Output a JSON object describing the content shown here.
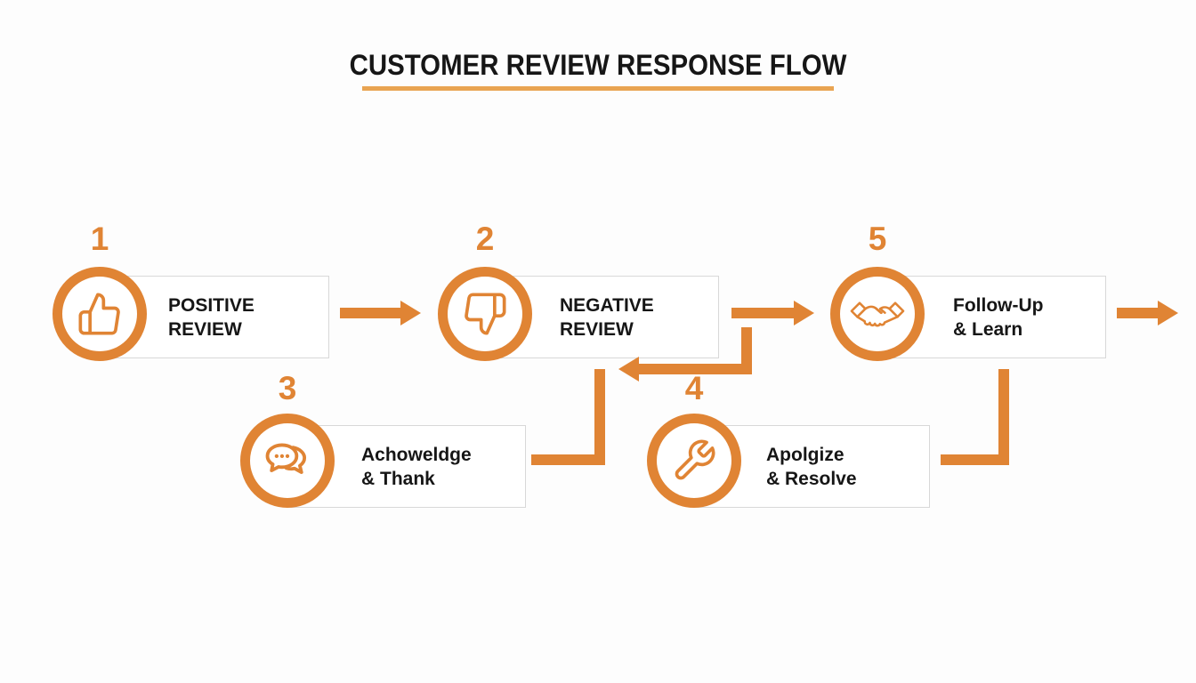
{
  "title": "CUSTOMER REVIEW RESPONSE FLOW",
  "colors": {
    "accent_orange": "#E08434",
    "underline_orange": "#E9A452",
    "box_border": "#D8D8D8",
    "text_dark": "#161616"
  },
  "steps": [
    {
      "number": "1",
      "icon": "thumbs-up-icon",
      "line1": "POSITIVE",
      "line2": "REVIEW"
    },
    {
      "number": "2",
      "icon": "thumbs-down-icon",
      "line1": "NEGATIVE",
      "line2": "REVIEW"
    },
    {
      "number": "3",
      "icon": "chat-bubbles-icon",
      "line1": "Achoweldge",
      "line2": "& Thank"
    },
    {
      "number": "4",
      "icon": "wrench-icon",
      "line1": "Apolgize",
      "line2": "& Resolve"
    },
    {
      "number": "5",
      "icon": "handshake-icon",
      "line1": "Follow-Up",
      "line2": "& Learn"
    }
  ]
}
